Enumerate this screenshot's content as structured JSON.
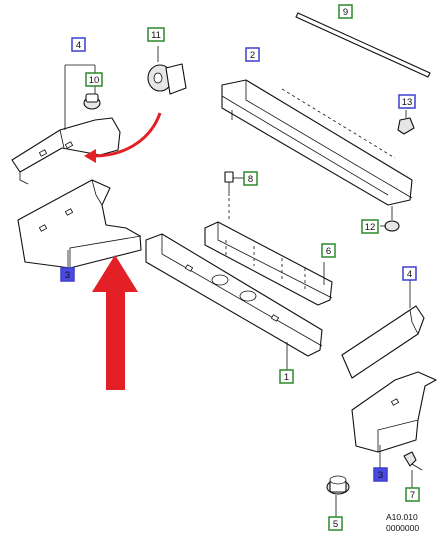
{
  "colors": {
    "blue_callout": "#3e3ecf",
    "blue_fill_callout": "#4a4ae0",
    "green_callout": "#2a8a2a",
    "arrow_red": "#e32026",
    "line": "#111111"
  },
  "callouts": {
    "c1": "1",
    "c2": "2",
    "c3a": "3",
    "c3b": "3",
    "c4a": "4",
    "c4b": "4",
    "c5": "5",
    "c6": "6",
    "c7": "7",
    "c8": "8",
    "c9": "9",
    "c10": "10",
    "c11": "11",
    "c12": "12",
    "c13": "13"
  },
  "reference": {
    "line1": "A10.010",
    "line2": "0000000"
  }
}
